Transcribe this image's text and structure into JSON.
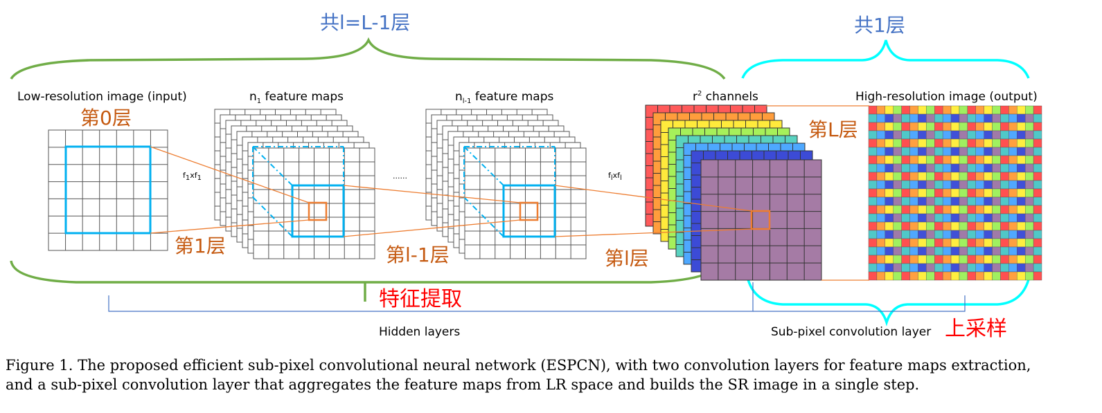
{
  "annotations": {
    "group_top_left": "共l=L-1层",
    "group_top_right": "共1层",
    "layer0": "第0层",
    "layer1": "第1层",
    "layer_l1": "第l-1层",
    "layer_l": "第l层",
    "layer_L": "第L层",
    "feature_extraction": "特征提取",
    "upsampling": "上采样"
  },
  "labels": {
    "lr_input": "Low-resolution image (input)",
    "n1_prefix": "n",
    "n1_sub": "1",
    "n1_suffix": " feature maps",
    "nl1_prefix": "n",
    "nl1_sub": "l-1",
    "nl1_suffix": " feature maps",
    "r2_prefix": "r",
    "r2_sup": "2",
    "r2_suffix": " channels",
    "hr_output": "High-resolution image (output)",
    "f1_a": "f",
    "f1_a_sub": "1",
    "f1_x": "xf",
    "f1_b_sub": "1",
    "fl_a": "f",
    "fl_a_sub": "l",
    "fl_x": "xf",
    "fl_b_sub": "l",
    "ellipsis": "......",
    "hidden_layers": "Hidden layers",
    "subpixel_layer": "Sub-pixel convolution layer"
  },
  "caption": {
    "line1": "Figure 1. The proposed efficient sub-pixel convolutional neural network (ESPCN), with two convolution layers for feature maps extraction,",
    "line2": "and a sub-pixel convolution layer that aggregates the feature maps from LR space and builds the SR image in a single step."
  },
  "colors": {
    "brace_green": "#70ad47",
    "brace_cyan": "#00ffff",
    "highlight_blue": "#00b0f0",
    "highlight_orange": "#ed7d31",
    "bracket_blue": "#4472c4",
    "purple": "#a57ba5",
    "channel_colors": [
      "#ff5a5a",
      "#ff9d3c",
      "#ffea3c",
      "#a6f05a",
      "#59d2c0",
      "#4ea8ff",
      "#3c4bd6"
    ],
    "mosaic_palette": [
      "#ff5050",
      "#ffa040",
      "#ffee40",
      "#a0f060",
      "#50c8c8",
      "#50a8ff",
      "#4050d8",
      "#a07aa8"
    ]
  }
}
